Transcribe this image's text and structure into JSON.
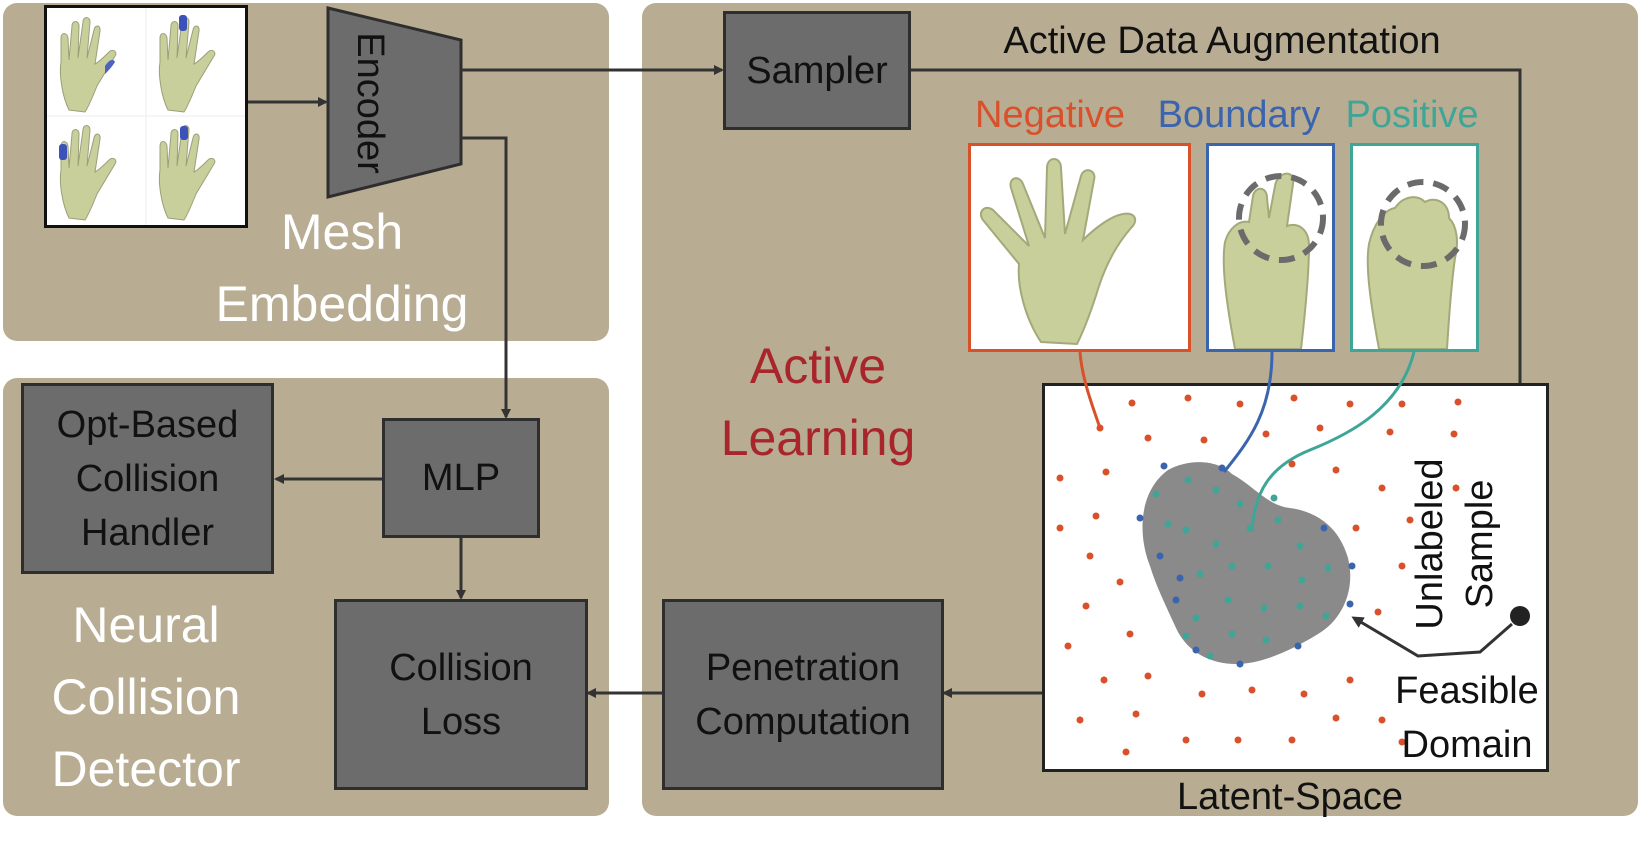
{
  "panels": {
    "mesh_embedding": {
      "title": "Mesh Embedding"
    },
    "neural_detector": {
      "title": "Neural Collision Detector"
    },
    "active_learning": {
      "title": "Active Learning"
    }
  },
  "nodes": {
    "encoder": "Encoder",
    "sampler": "Sampler",
    "mlp": "MLP",
    "opt_handler": "Opt-Based Collision Handler",
    "collision_loss": "Collision Loss",
    "penetration": "Penetration Computation"
  },
  "labels": {
    "active_data_augmentation": "Active Data Augmentation",
    "negative": "Negative",
    "boundary": "Boundary",
    "positive": "Positive",
    "unlabeled_sample": "Unlabeled Sample",
    "feasible_domain": "Feasible Domain",
    "latent_space": "Latent-Space"
  },
  "colors": {
    "panel": "#b8ad92",
    "box": "#6c6c6c",
    "negative": "#d9512b",
    "boundary": "#3b64ae",
    "positive": "#3fa697",
    "feasible_region": "#8a8a8a",
    "active_learning_title": "#a8262b",
    "skin": "#c9cf9a"
  }
}
